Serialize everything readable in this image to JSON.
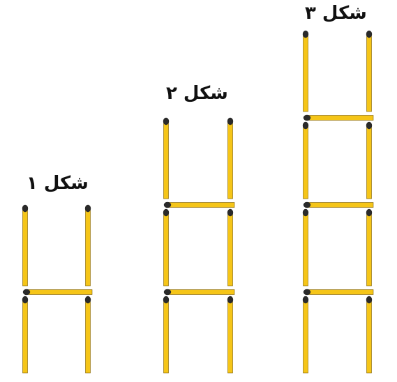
{
  "figures": [
    {
      "label": "شکل ۱",
      "squares": 2
    },
    {
      "label": "شکل ۲",
      "squares": 3
    },
    {
      "label": "شکل ۳",
      "squares": 4
    }
  ],
  "colors": {
    "match_body": "#f5c518",
    "match_edge": "#7a5a00",
    "match_head": "#2a2a2a"
  }
}
